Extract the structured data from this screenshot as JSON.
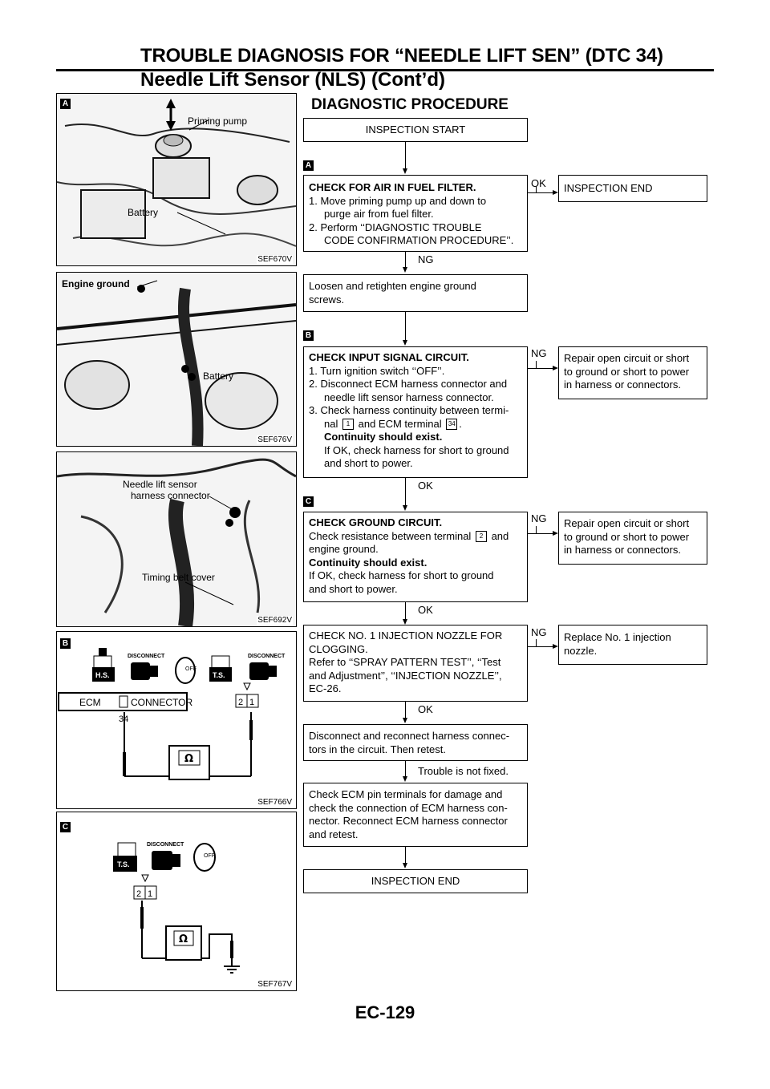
{
  "header": {
    "line1": "TROUBLE DIAGNOSIS FOR “NEEDLE LIFT SEN” (DTC 34)",
    "line2": "Needle Lift Sensor (NLS) (Cont’d)"
  },
  "section_title": "DIAGNOSTIC PROCEDURE",
  "figures": {
    "fig1": {
      "marker": "A",
      "code": "SEF670V",
      "labels": [
        "Priming pump",
        "Battery"
      ]
    },
    "fig2": {
      "code": "SEF676V",
      "labels": [
        "Engine ground",
        "Battery"
      ]
    },
    "fig3": {
      "code": "SEF692V",
      "labels": [
        "Needle lift sensor",
        "harness connector",
        "Timing belt cover"
      ]
    },
    "fig4": {
      "marker": "B",
      "code": "SEF766V",
      "labels": [
        "DISCONNECT",
        "DISCONNECT",
        "H.S.",
        "T.S.",
        "ECM",
        "CONNECTOR",
        "34",
        "2",
        "1",
        "OFF"
      ]
    },
    "fig5": {
      "marker": "C",
      "code": "SEF767V",
      "labels": [
        "DISCONNECT",
        "T.S.",
        "2",
        "1",
        "OFF"
      ]
    }
  },
  "flow": {
    "start": "INSPECTION START",
    "step1": {
      "marker": "A",
      "title": "CHECK FOR AIR IN FUEL FILTER.",
      "lines": [
        "1. Move priming pump up and down to",
        "purge air from fuel filter.",
        "2. Perform ‘‘DIAGNOSTIC TROUBLE",
        "CODE CONFIRMATION PROCEDURE’’."
      ],
      "ok_label": "OK",
      "ng_label": "NG",
      "ok_result": "INSPECTION END"
    },
    "step2": {
      "lines": [
        "Loosen and retighten engine ground",
        "screws."
      ]
    },
    "step3": {
      "marker": "B",
      "title": "CHECK INPUT SIGNAL CIRCUIT.",
      "l1": "1. Turn ignition switch ‘‘OFF’’.",
      "l2": "2. Disconnect ECM harness connector and",
      "l3": "needle lift sensor harness connector.",
      "l4": "3. Check harness continuity between termi-",
      "l5a": "nal",
      "pin1": "1",
      "l5b": "and ECM terminal",
      "pin2": "34",
      "l5c": ".",
      "bold": "Continuity should exist.",
      "l6": "If OK, check harness for short to ground",
      "l7": "and short to power.",
      "ng_label": "NG",
      "ok_label": "OK",
      "ng_result": [
        "Repair open circuit or short",
        "to ground or short to power",
        "in harness or connectors."
      ]
    },
    "step4": {
      "marker": "C",
      "title": "CHECK GROUND CIRCUIT.",
      "l1a": "Check resistance between terminal",
      "pin": "2",
      "l1b": "and",
      "l2": "engine ground.",
      "bold": "Continuity should exist.",
      "l3": "If OK, check harness for short to ground",
      "l4": "and short to power.",
      "ng_label": "NG",
      "ok_label": "OK",
      "ng_result": [
        "Repair open circuit or short",
        "to ground or short to power",
        "in harness or connectors."
      ]
    },
    "step5": {
      "lines": [
        "CHECK NO. 1 INJECTION NOZZLE FOR",
        "CLOGGING.",
        "Refer to ‘‘SPRAY PATTERN TEST’’, ‘‘Test",
        "and Adjustment’’, ‘‘INJECTION NOZZLE’’,",
        "EC-26."
      ],
      "ng_label": "NG",
      "ok_label": "OK",
      "ng_result": [
        "Replace No. 1 injection",
        "nozzle."
      ]
    },
    "step6": {
      "lines": [
        "Disconnect and reconnect harness connec-",
        "tors in the circuit. Then retest."
      ],
      "next_label": "Trouble is not fixed."
    },
    "step7": {
      "lines": [
        "Check ECM pin terminals for damage and",
        "check the connection of ECM harness con-",
        "nector. Reconnect ECM harness connector",
        "and retest."
      ]
    },
    "end": "INSPECTION END"
  },
  "footer": {
    "page": "EC-129"
  }
}
